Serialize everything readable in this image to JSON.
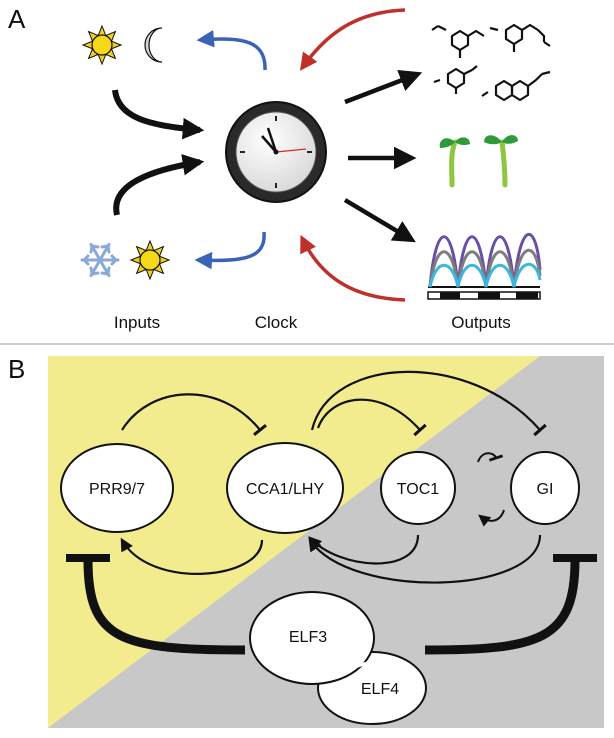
{
  "panel_a": {
    "letter": "A",
    "labels": {
      "inputs": "Inputs",
      "clock": "Clock",
      "outputs": "Outputs"
    },
    "icons": [
      "sun-icon",
      "moon-icon",
      "snowflake-icon",
      "clock-icon",
      "molecule-icon",
      "seedling-icon",
      "rhythm-waves-icon"
    ]
  },
  "panel_b": {
    "letter": "B",
    "background": {
      "day": "#f2ec8e",
      "night": "#c8c8c8"
    },
    "nodes": {
      "prr97": "PRR9/7",
      "cca1_lhy": "CCA1/LHY",
      "toc1": "TOC1",
      "gi": "GI",
      "elf3": "ELF3",
      "elf4": "ELF4"
    }
  },
  "colors": {
    "blue_arrow": "#3a63b8",
    "red_arrow": "#c0302a",
    "black": "#111111",
    "sun": "#f0d020"
  }
}
